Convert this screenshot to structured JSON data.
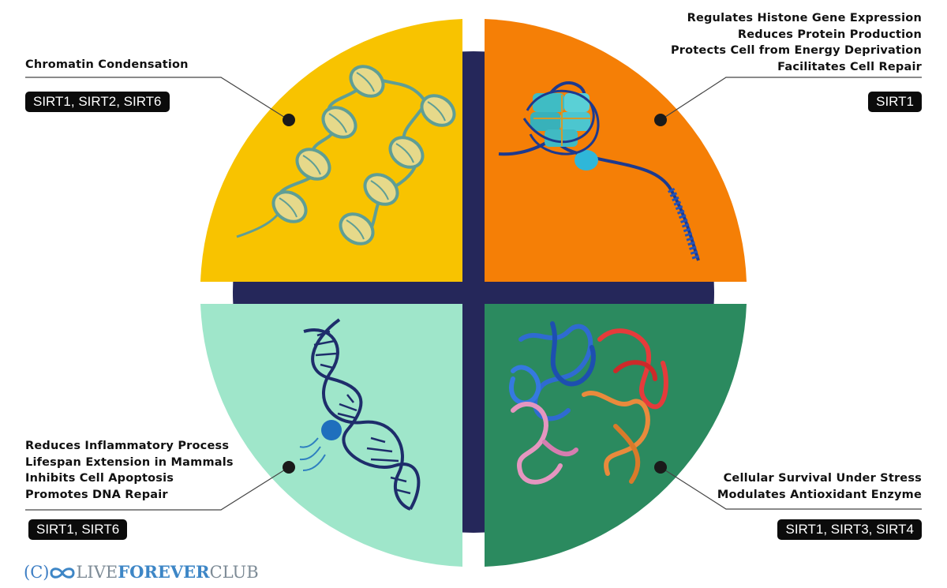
{
  "quadrants": {
    "top_left": {
      "color": "#f8c300",
      "illustration": "chromatin-fibre",
      "functions": [
        "Chromatin Condensation"
      ],
      "badge": "SIRT1, SIRT2, SIRT6"
    },
    "top_right": {
      "color": "#f57f06",
      "illustration": "nucleosome-with-dna",
      "functions": [
        "Regulates Histone Gene Expression",
        "Reduces Protein Production",
        "Protects Cell from Energy Deprivation",
        "Facilitates Cell Repair"
      ],
      "badge": "SIRT1"
    },
    "bottom_left": {
      "color": "#9fe6ca",
      "illustration": "dna-double-helix",
      "functions": [
        "Reduces Inflammatory Process",
        "Lifespan Extension in Mammals",
        "Inhibits Cell Apoptosis",
        "Promotes DNA Repair"
      ],
      "badge": "SIRT1, SIRT6"
    },
    "bottom_right": {
      "color": "#2b8a5f",
      "illustration": "protein-ribbon-structure",
      "functions": [
        "Cellular Survival Under Stress",
        "Modulates Antioxidant Enzyme"
      ],
      "badge": "SIRT1, SIRT3, SIRT4"
    }
  },
  "center_color": "#25275a",
  "logo": {
    "prefix": "(C)",
    "live": "LIVE",
    "forever": "FOREVER",
    "club": "CLUB"
  }
}
